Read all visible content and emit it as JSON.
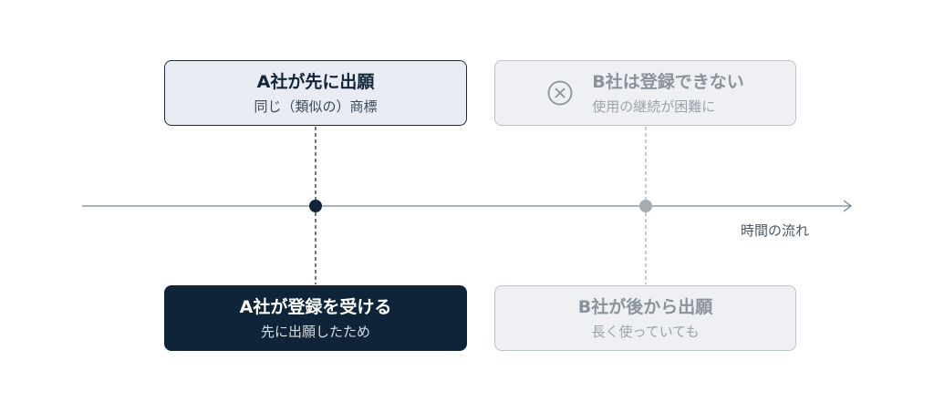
{
  "diagram": {
    "a_filed": {
      "title": "A社が先に出願",
      "subtitle": "同じ（類似の）商標"
    },
    "a_registered": {
      "title": "A社が登録を受ける",
      "subtitle": "先に出願したため"
    },
    "b_cannot_register": {
      "title": "B社は登録できない",
      "subtitle": "使用の継続が困難に",
      "icon": "circle-x-icon"
    },
    "b_filed_later": {
      "title": "B社が後から出願",
      "subtitle": "長く使っていても"
    },
    "timeline_label": "時間の流れ"
  },
  "colors": {
    "navy": "#0f2438",
    "light_blue_gray": "#e9edf3",
    "muted_gray": "#8a939c",
    "light_gray": "#eef0f3",
    "axis": "#7a8590"
  }
}
